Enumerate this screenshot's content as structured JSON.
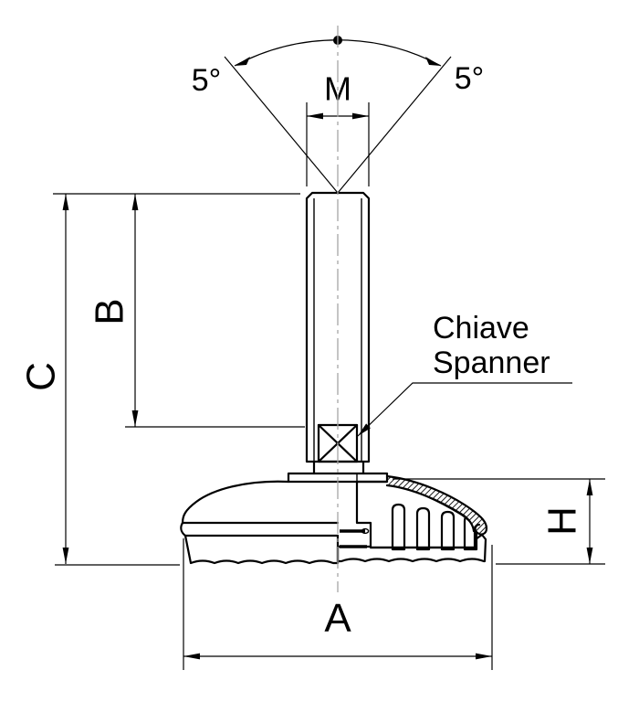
{
  "drawing": {
    "dimension_labels": {
      "thread_size": "M",
      "tilt_angle_left": "5°",
      "tilt_angle_right": "5°",
      "thread_length": "B",
      "total_height": "C",
      "base_height": "H",
      "base_diameter": "A"
    },
    "callout": {
      "line1": "Chiave",
      "line2": "Spanner"
    }
  },
  "colors": {
    "ink": "#000000",
    "centerline": "#a6a6a6",
    "background": "#ffffff"
  }
}
